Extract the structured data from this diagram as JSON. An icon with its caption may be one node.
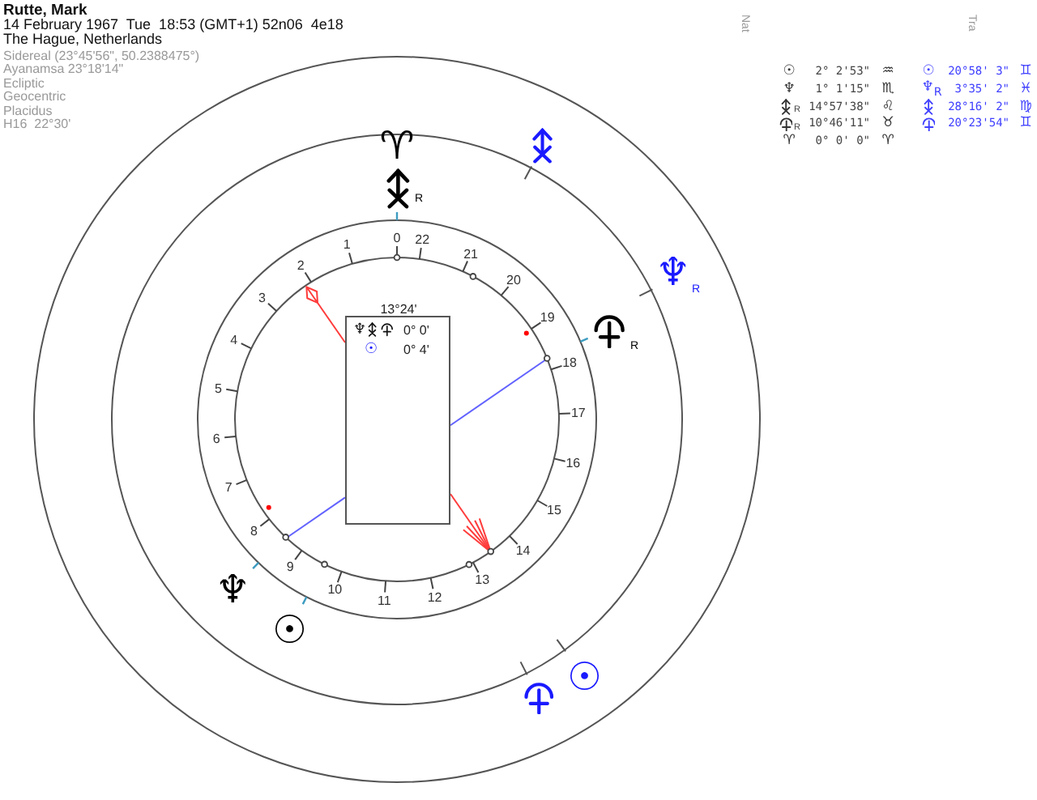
{
  "diagram": {
    "title": "Rutte, Mark",
    "nodes": [
      {
        "text": [
          "13°24'",
          "♆",
          "0° 0'",
          "☉",
          "0° 4'"
        ]
      }
    ],
    "labels": [
      "14 February 1967  Tue  18:53 (GMT+1) 52n06  4e18",
      "The Hague, Netherlands",
      "Sidereal (23°45'56\", 50.2388475°)",
      "Ayanamsa 23°18'14\"",
      "Ecliptic",
      "Geocentric",
      "Placidus",
      "H16  22°30'",
      "Nat",
      "☉",
      "2° 2'53\"",
      "♒",
      "♆",
      "1° 1'15\"",
      "♏",
      "R",
      "14°57'38\"",
      "♌",
      "R",
      "10°46'11\"",
      "♉",
      "♈",
      "0° 0' 0\"",
      "♈",
      "Tra",
      "☉",
      "20°58' 3\"",
      "♊",
      "♆$_{R}$",
      "3°35' 2\"",
      "♓",
      "28°16' 2\"",
      "♍",
      "20°23'54\"",
      "♊",
      "0",
      "1",
      "2",
      "3",
      "4",
      "5",
      "6",
      "7",
      "8",
      "9",
      "10",
      "11",
      "12",
      "13",
      "14",
      "15",
      "16",
      "17",
      "18",
      "19",
      "20",
      "21",
      "22",
      "♈",
      "R",
      "♆",
      "R",
      "R",
      "♆",
      "☉",
      "☉"
    ]
  }
}
